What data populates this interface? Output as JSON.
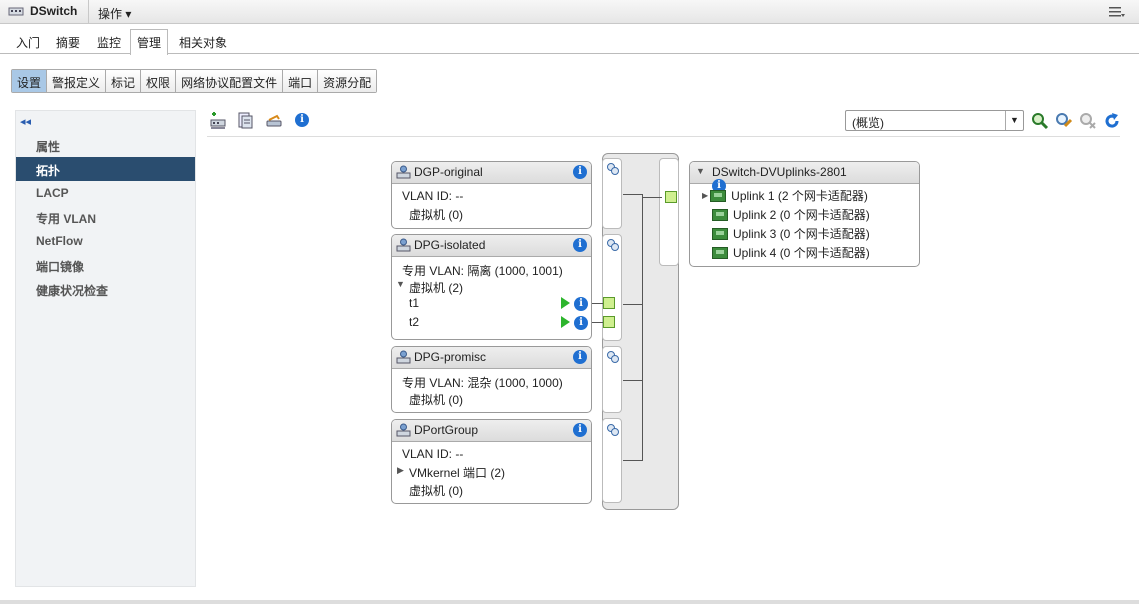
{
  "titlebar": {
    "app_name": "DSwitch",
    "actions_label": "操作 ▾"
  },
  "main_tabs": [
    "入门",
    "摘要",
    "监控",
    "管理",
    "相关对象"
  ],
  "sub_tabs": [
    "设置",
    "警报定义",
    "标记",
    "权限",
    "网络协议配置文件",
    "端口",
    "资源分配"
  ],
  "nav": {
    "collapse": "◂◂",
    "items": [
      "属性",
      "拓扑",
      "LACP",
      "专用 VLAN",
      "NetFlow",
      "端口镜像",
      "健康状况检查"
    ]
  },
  "view_select": {
    "value": "(概览)"
  },
  "portgroups": [
    {
      "name": "DGP-original",
      "lines": [
        "VLAN ID: --",
        "虚拟机 (0)"
      ]
    },
    {
      "name": "DPG-isolated",
      "lines": [
        "专用 VLAN: 隔离 (1000, 1001)",
        "虚拟机 (2)"
      ],
      "vms": [
        "t1",
        "t2"
      ]
    },
    {
      "name": "DPG-promisc",
      "lines": [
        "专用 VLAN: 混杂 (1000, 1000)",
        "虚拟机 (0)"
      ]
    },
    {
      "name": "DPortGroup",
      "lines": [
        "VLAN ID: --",
        "VMkernel 端口 (2)",
        "虚拟机 (0)"
      ]
    }
  ],
  "uplinks": {
    "name": "DSwitch-DVUplinks-2801",
    "items": [
      "Uplink 1 (2 个网卡适配器)",
      "Uplink 2 (0 个网卡适配器)",
      "Uplink 3 (0 个网卡适配器)",
      "Uplink 4 (0 个网卡适配器)"
    ]
  },
  "icons": {
    "info": "info-icon",
    "expand": "▶",
    "collapse": "▼",
    "collapsed_small": "▶"
  },
  "colors": {
    "nav_active": "#2a4d6f",
    "info_blue": "#1f6fd1",
    "port_green": "#cfef8f",
    "tab_active": "#a9c8e6"
  }
}
